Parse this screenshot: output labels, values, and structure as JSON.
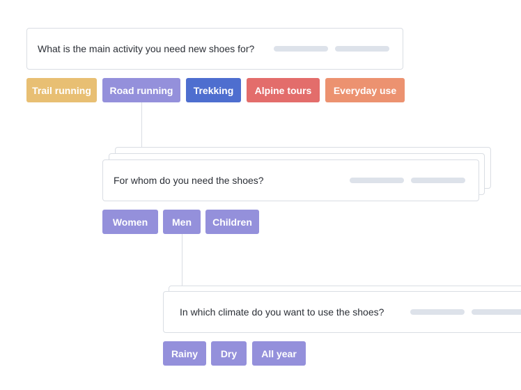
{
  "step1": {
    "question": "What is the main activity you need new shoes for?",
    "options": [
      {
        "label": "Trail running",
        "color": "#e8bf73"
      },
      {
        "label": "Road running",
        "color": "#9490db"
      },
      {
        "label": "Trekking",
        "color": "#4e6ecf"
      },
      {
        "label": "Alpine tours",
        "color": "#e36d6b"
      },
      {
        "label": "Everyday use",
        "color": "#ec9270"
      }
    ]
  },
  "step2": {
    "question": "For whom do you need the shoes?",
    "options": [
      {
        "label": "Women",
        "color": "#9490db"
      },
      {
        "label": "Men",
        "color": "#9490db"
      },
      {
        "label": "Children",
        "color": "#9490db"
      }
    ]
  },
  "step3": {
    "question": "In which climate do you want to use the shoes?",
    "options": [
      {
        "label": "Rainy",
        "color": "#9490db"
      },
      {
        "label": "Dry",
        "color": "#9490db"
      },
      {
        "label": "All year",
        "color": "#9490db"
      }
    ]
  }
}
